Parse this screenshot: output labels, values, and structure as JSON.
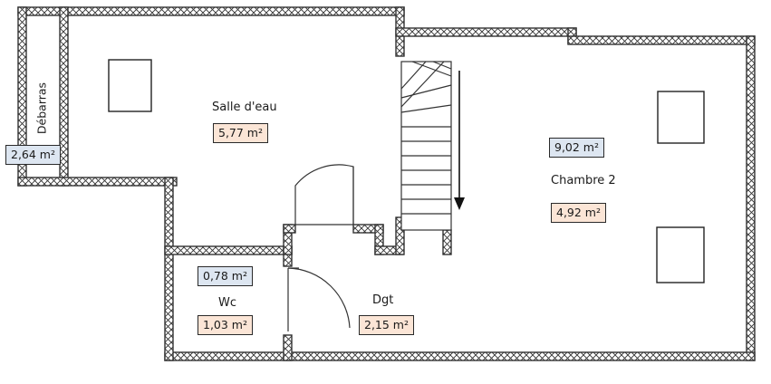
{
  "rooms": {
    "debarras": {
      "name": "Débarras",
      "area": "2,64 m²"
    },
    "salle_eau": {
      "name": "Salle d'eau",
      "area": "5,77 m²"
    },
    "chambre2": {
      "name": "Chambre 2",
      "area_total": "9,02 m²",
      "area": "4,92 m²"
    },
    "wc": {
      "name": "Wc",
      "area_total": "0,78 m²",
      "area": "1,03 m²"
    },
    "dgt": {
      "name": "Dgt",
      "area": "2,15 m²"
    }
  },
  "colors": {
    "wall": "#333333",
    "badge_blue": "#dde6f1",
    "badge_peach": "#fbe5d6"
  },
  "icons": [
    "stair-direction-arrow-icon",
    "skylight-icon",
    "door-swing-icon"
  ]
}
